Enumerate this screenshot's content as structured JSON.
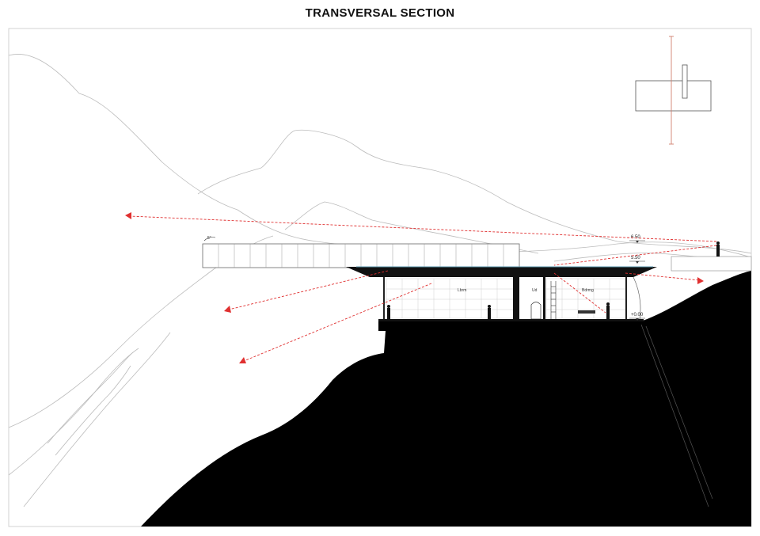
{
  "title": "TRANSVERSAL SECTION",
  "colors": {
    "ground": "#000000",
    "contour": "#bcbcbc",
    "frame": "#c8c8c8",
    "sightline": "#e03030",
    "key_plan": "#555555",
    "key_axis": "#d08070"
  },
  "elevations": {
    "roof": "6.50",
    "mid": "5.50",
    "floor": "+0.00"
  },
  "angle_label": "5°",
  "room_labels": {
    "living": "Lbrm",
    "mid": "Ud",
    "bedroom": "Bdrmg"
  }
}
